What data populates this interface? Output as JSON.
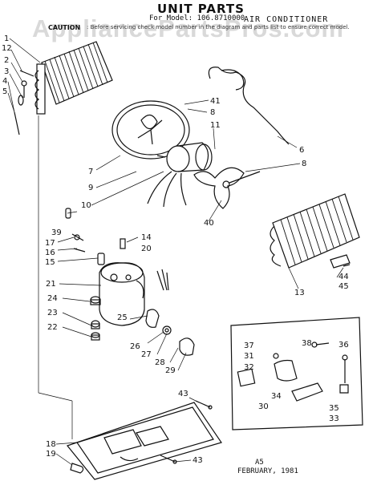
{
  "header": {
    "title": "UNIT PARTS",
    "model": "For Model: 106.8710000",
    "product": "AIR CONDITIONER",
    "caution_label": "CAUTION",
    "caution_text": ": Before servicing check model number in the diagram and parts list to ensure correct model."
  },
  "watermark": "AppliancePartsPros.com",
  "footer": {
    "code": "A5",
    "date": "FEBRUARY, 1981"
  },
  "part_labels": {
    "p1": "1",
    "p12": "12",
    "p2": "2",
    "p3": "3",
    "p4": "4",
    "p5": "5",
    "p41": "41",
    "p8a": "8",
    "p11": "11",
    "p6": "6",
    "p8b": "8",
    "p7": "7",
    "p9": "9",
    "p10": "10",
    "p40": "40",
    "p13": "13",
    "p44": "44",
    "p45": "45",
    "p39": "39",
    "p17": "17",
    "p16": "16",
    "p15": "15",
    "p14": "14",
    "p20": "20",
    "p21": "21",
    "p24": "24",
    "p23": "23",
    "p22": "22",
    "p25": "25",
    "p26": "26",
    "p27": "27",
    "p28": "28",
    "p29": "29",
    "p37": "37",
    "p38": "38",
    "p36": "36",
    "p31": "31",
    "p32": "32",
    "p34": "34",
    "p35": "35",
    "p30": "30",
    "p33": "33",
    "p43a": "43",
    "p18": "18",
    "p19": "19",
    "p43b": "43"
  }
}
